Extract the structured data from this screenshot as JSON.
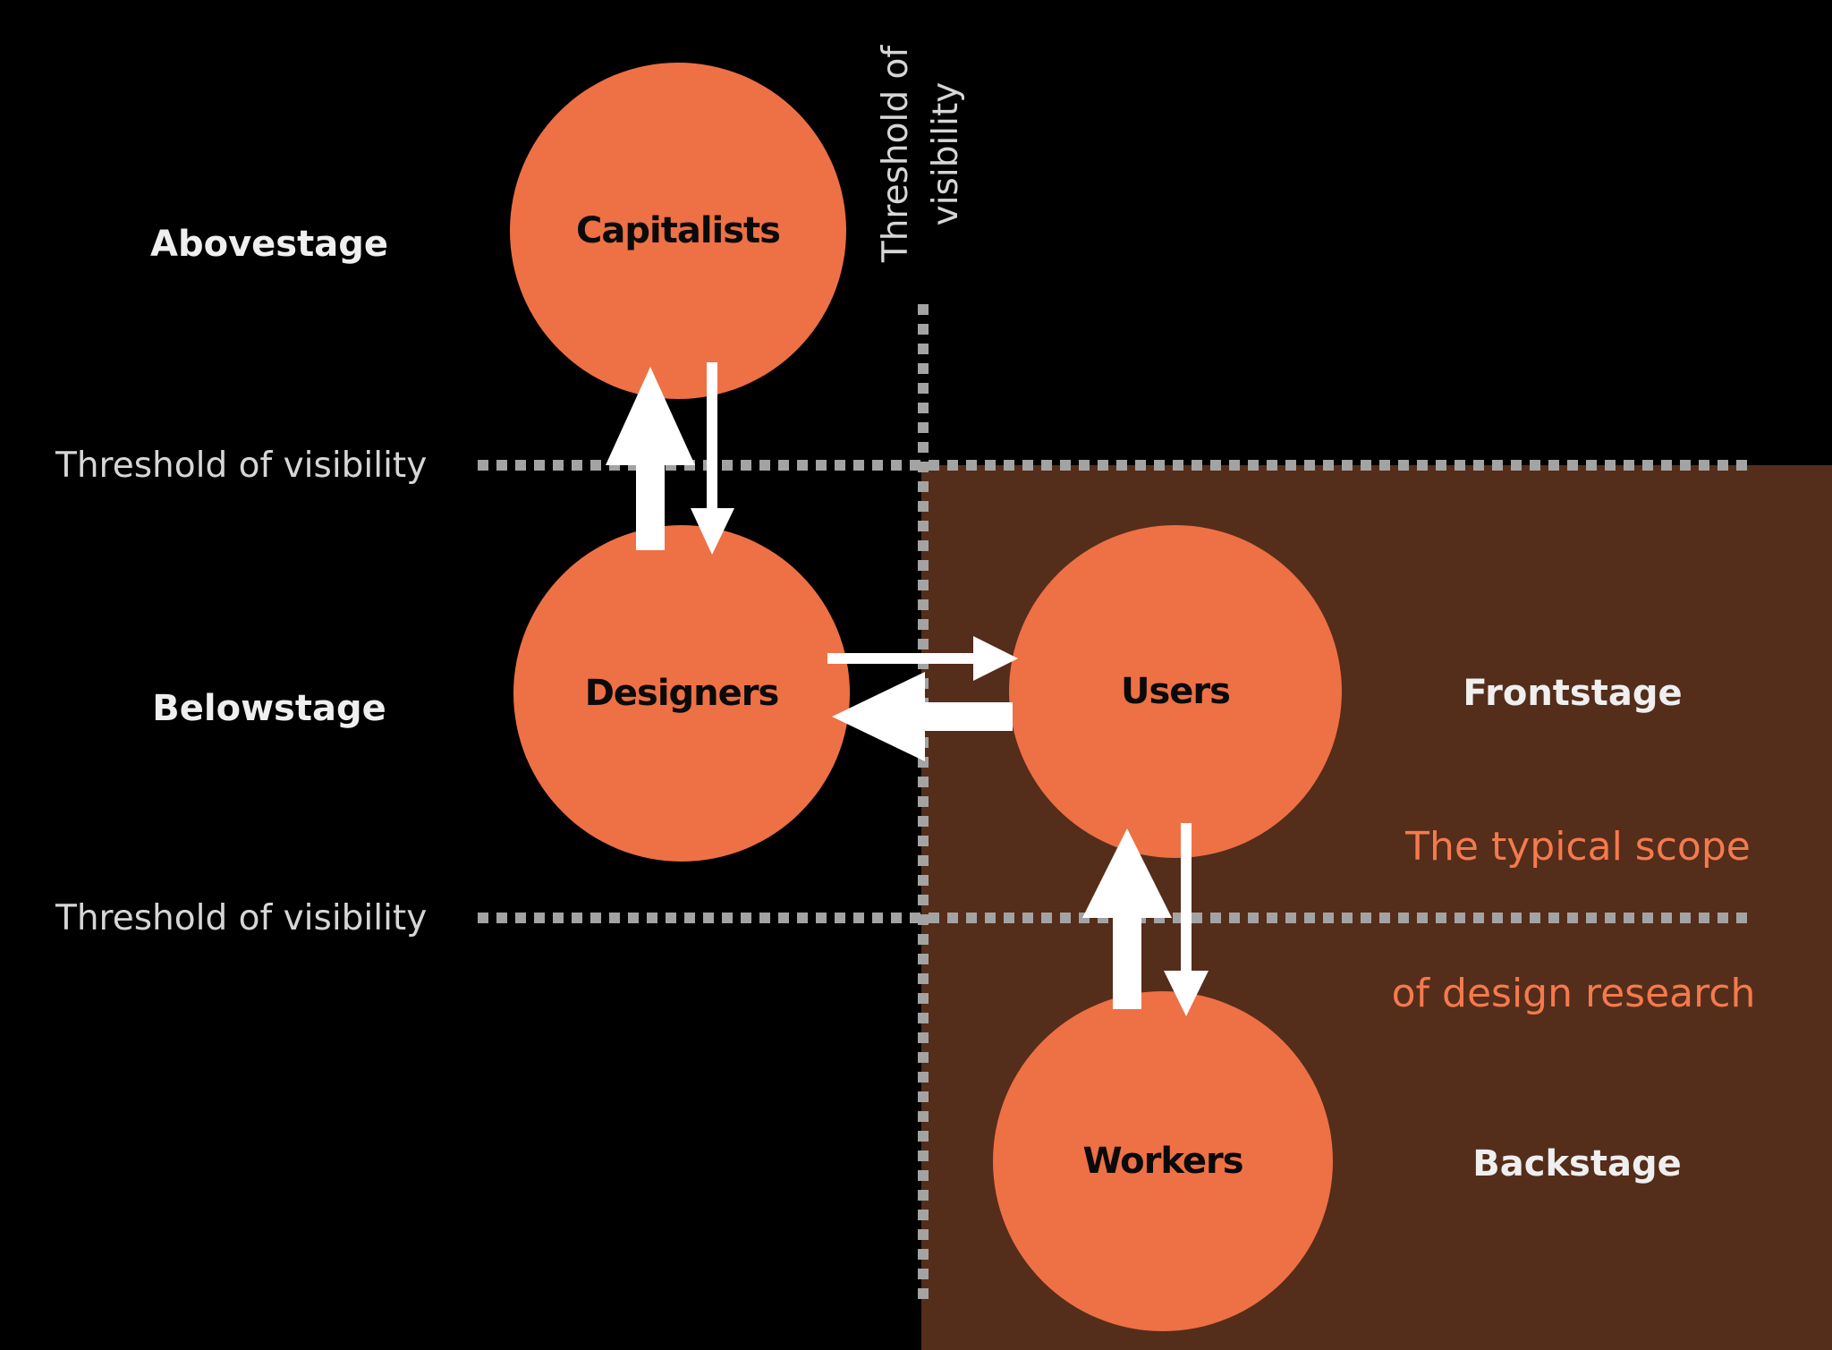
{
  "colors": {
    "background": "#000000",
    "scope_region": "#552D1B",
    "node_fill": "#EE7045",
    "node_label": "#0A0A0A",
    "stage_label": "#EFEFEF",
    "threshold_label": "#D6D6D6",
    "dotted_line": "#A3A3A3",
    "scope_text": "#F47A4D",
    "arrow": "#FFFFFF"
  },
  "regions": {
    "abovestage": "Abovestage",
    "belowstage": "Belowstage",
    "frontstage": "Frontstage",
    "backstage": "Backstage"
  },
  "thresholds": {
    "left_upper": "Threshold of visibility",
    "left_lower": "Threshold of visibility",
    "vertical_line1": "Threshold of",
    "vertical_line2": "visibility"
  },
  "scope_note": {
    "line1": "The typical scope",
    "line2": "of design research"
  },
  "nodes": {
    "capitalists": "Capitalists",
    "designers": "Designers",
    "users": "Users",
    "workers": "Workers"
  }
}
